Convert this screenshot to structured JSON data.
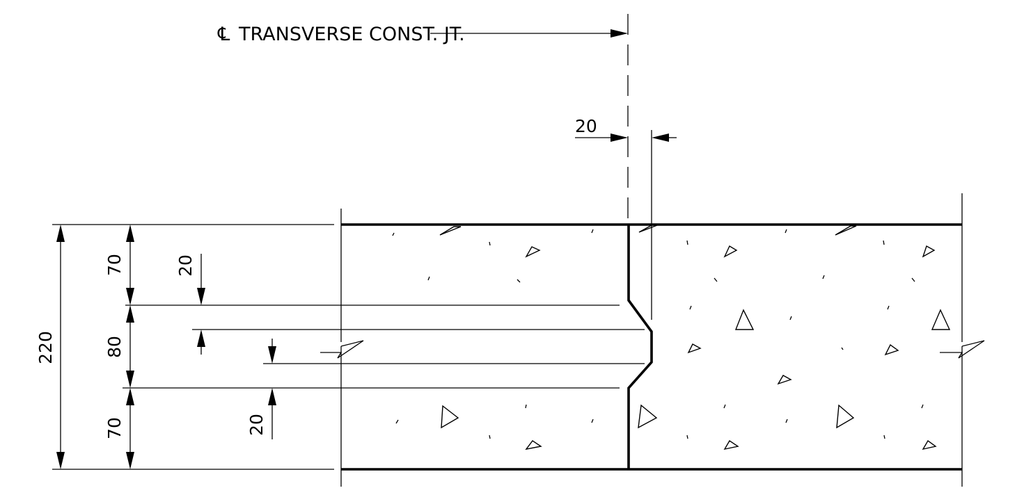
{
  "title": {
    "cl_symbol": "℄",
    "text": "TRANSVERSE CONST. JT."
  },
  "dimensions": {
    "total_depth": "220",
    "top_zone": "70",
    "middle_zone": "80",
    "bottom_zone": "70",
    "key_top_offset": "20",
    "key_bottom_offset": "20",
    "key_depth": "20"
  },
  "colors": {
    "line": "#000000",
    "background": "#ffffff"
  }
}
